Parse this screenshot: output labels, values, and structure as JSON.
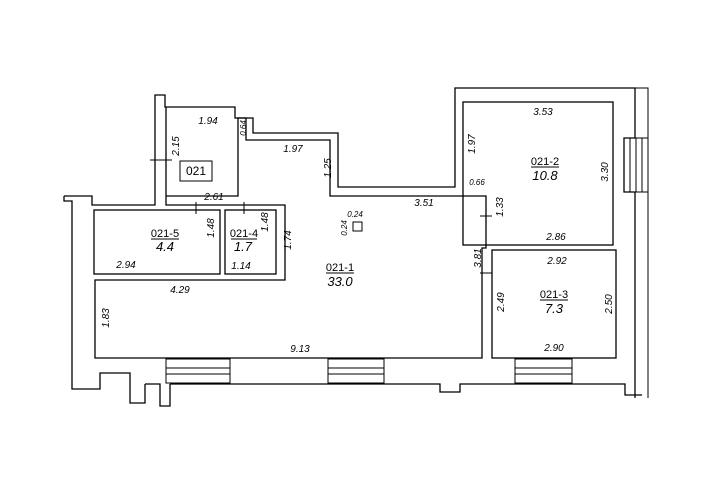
{
  "apartment_label": "021",
  "rooms": [
    {
      "key": "r1",
      "id": "021-1",
      "area": "33.0"
    },
    {
      "key": "r2",
      "id": "021-2",
      "area": "10.8"
    },
    {
      "key": "r3",
      "id": "021-3",
      "area": "7.3"
    },
    {
      "key": "r4",
      "id": "021-4",
      "area": "1.7"
    },
    {
      "key": "r5",
      "id": "021-5",
      "area": "4.4"
    }
  ],
  "dimensions": {
    "d_194": "1.94",
    "d_064": "0.64",
    "d_215": "2.15",
    "d_197a": "1.97",
    "d_125": "1.25",
    "d_261": "2.61",
    "d_351": "3.51",
    "d_353": "3.53",
    "d_197b": "1.97",
    "d_330": "3.30",
    "d_066": "0.66",
    "d_133": "1.33",
    "d_286": "2.86",
    "d_024a": "0.24",
    "d_024b": "0.24",
    "d_148a": "1.48",
    "d_148b": "1.48",
    "d_174": "1.74",
    "d_294": "2.94",
    "d_114": "1.14",
    "d_381": "3.81",
    "d_292": "2.92",
    "d_249": "2.49",
    "d_250": "2.50",
    "d_290": "2.90",
    "d_429": "4.29",
    "d_183": "1.83",
    "d_913": "9.13"
  }
}
